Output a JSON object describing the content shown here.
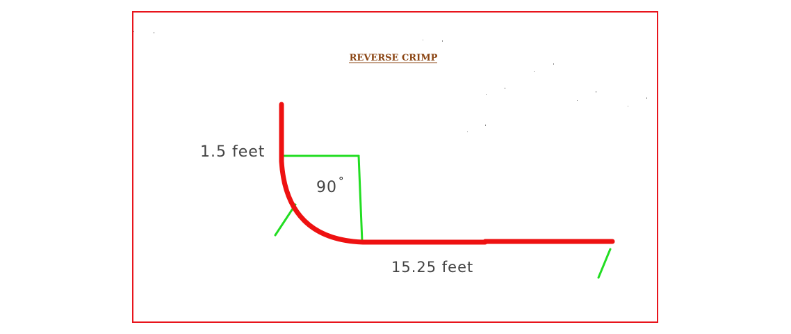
{
  "title": "REVERSE CRIMP",
  "labels": {
    "vertical_length": "1.5 feet",
    "bend_angle": "90",
    "degree_symbol": "°",
    "horizontal_length": "15.25 feet"
  },
  "colors": {
    "frame": "#e8141c",
    "title": "#8b4513",
    "profile": "#ee1111",
    "guides": "#22dd22",
    "text": "#444444"
  }
}
